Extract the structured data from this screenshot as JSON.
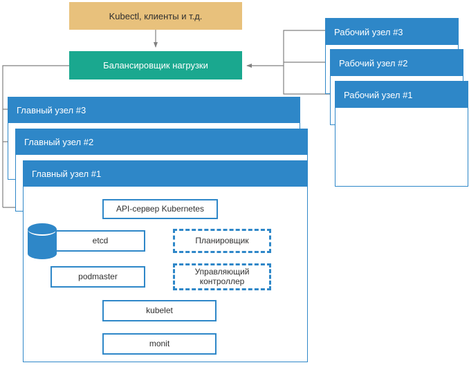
{
  "diagram": {
    "title": "Kubernetes high-availability cluster",
    "colors": {
      "clients": "#e8c17c",
      "load_balancer": "#1aa88f",
      "node_blue": "#2e87c8",
      "connector_gray": "#808080",
      "background": "#ffffff",
      "text_dark": "#2f2f2f",
      "text_light": "#ffffff"
    }
  },
  "clients": {
    "label": "Kubectl, клиенты и т.д."
  },
  "load_balancer": {
    "label": "Балансировщик нагрузки"
  },
  "master_nodes": [
    {
      "label": "Главный узел #3"
    },
    {
      "label": "Главный узел #2"
    },
    {
      "label": "Главный узел #1"
    }
  ],
  "worker_nodes": [
    {
      "label": "Рабочий узел #3"
    },
    {
      "label": "Рабочий узел #2"
    },
    {
      "label": "Рабочий узел #1"
    }
  ],
  "master_components": {
    "api_server": {
      "label": "API-сервер Kubernetes",
      "style": "solid"
    },
    "etcd": {
      "label": "etcd",
      "style": "solid"
    },
    "podmaster": {
      "label": "podmaster",
      "style": "solid"
    },
    "scheduler": {
      "label": "Планировщик",
      "style": "dashed"
    },
    "controller_manager": {
      "label": "Управляющий контроллер",
      "style": "dashed"
    },
    "kubelet": {
      "label": "kubelet",
      "style": "solid"
    },
    "monit": {
      "label": "monit",
      "style": "solid"
    }
  },
  "icons": {
    "database": "database-cylinder-icon"
  }
}
